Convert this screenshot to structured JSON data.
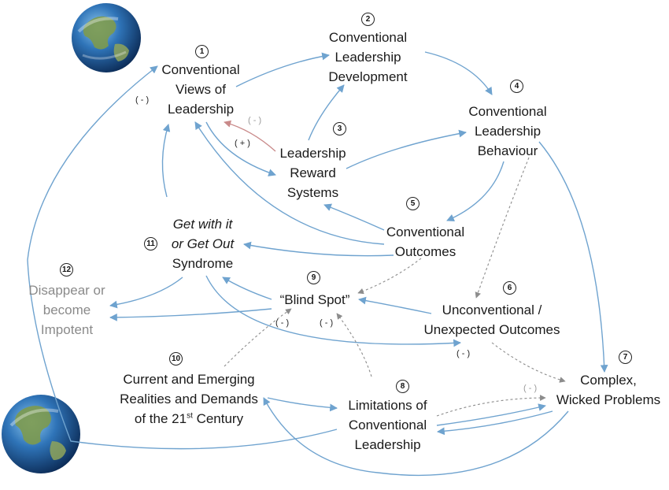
{
  "nodes": {
    "n1": {
      "number": "1",
      "lines": [
        "Conventional",
        "Views of",
        "Leadership"
      ]
    },
    "n2": {
      "number": "2",
      "lines": [
        "Conventional",
        "Leadership",
        "Development"
      ]
    },
    "n3": {
      "number": "3",
      "lines": [
        "Leadership",
        "Reward",
        "Systems"
      ]
    },
    "n4": {
      "number": "4",
      "lines": [
        "Conventional",
        "Leadership",
        "Behaviour"
      ]
    },
    "n5": {
      "number": "5",
      "lines": [
        "Conventional",
        "Outcomes"
      ]
    },
    "n6": {
      "number": "6",
      "lines": [
        "Unconventional /",
        "Unexpected Outcomes"
      ]
    },
    "n7": {
      "number": "7",
      "lines": [
        "Complex,",
        "Wicked Problems"
      ]
    },
    "n8": {
      "number": "8",
      "lines": [
        "Limitations of",
        "Conventional",
        "Leadership"
      ]
    },
    "n9": {
      "number": "9",
      "lines": [
        "“Blind Spot”"
      ]
    },
    "n10": {
      "number": "10",
      "lines": [
        "Current and Emerging",
        "Realities and Demands",
        "of the 21"
      ],
      "sup": "st",
      "tail": " Century"
    },
    "n11": {
      "number": "11",
      "lines": [
        "Get with it",
        "or Get Out",
        "Syndrome"
      ]
    },
    "n12": {
      "number": "12",
      "lines": [
        "Disappear or",
        "become",
        "Impotent"
      ]
    }
  },
  "signs": {
    "s_left_globe": "( - )",
    "s_reward_gray": "( - )",
    "s_reward_plus": "( + )",
    "s_blind_left": "( - )",
    "s_blind_right": "( - )",
    "s_unconv": "( - )",
    "s_complex_gray": "( - )"
  },
  "icons": {
    "globe_top": "earth-globe-icon",
    "globe_bottom": "earth-globe-icon"
  },
  "colors": {
    "arrow": "#6fa3cf",
    "dashed": "#8c8c8c",
    "text": "#1a1a1a",
    "muted": "#8a8a8a"
  }
}
